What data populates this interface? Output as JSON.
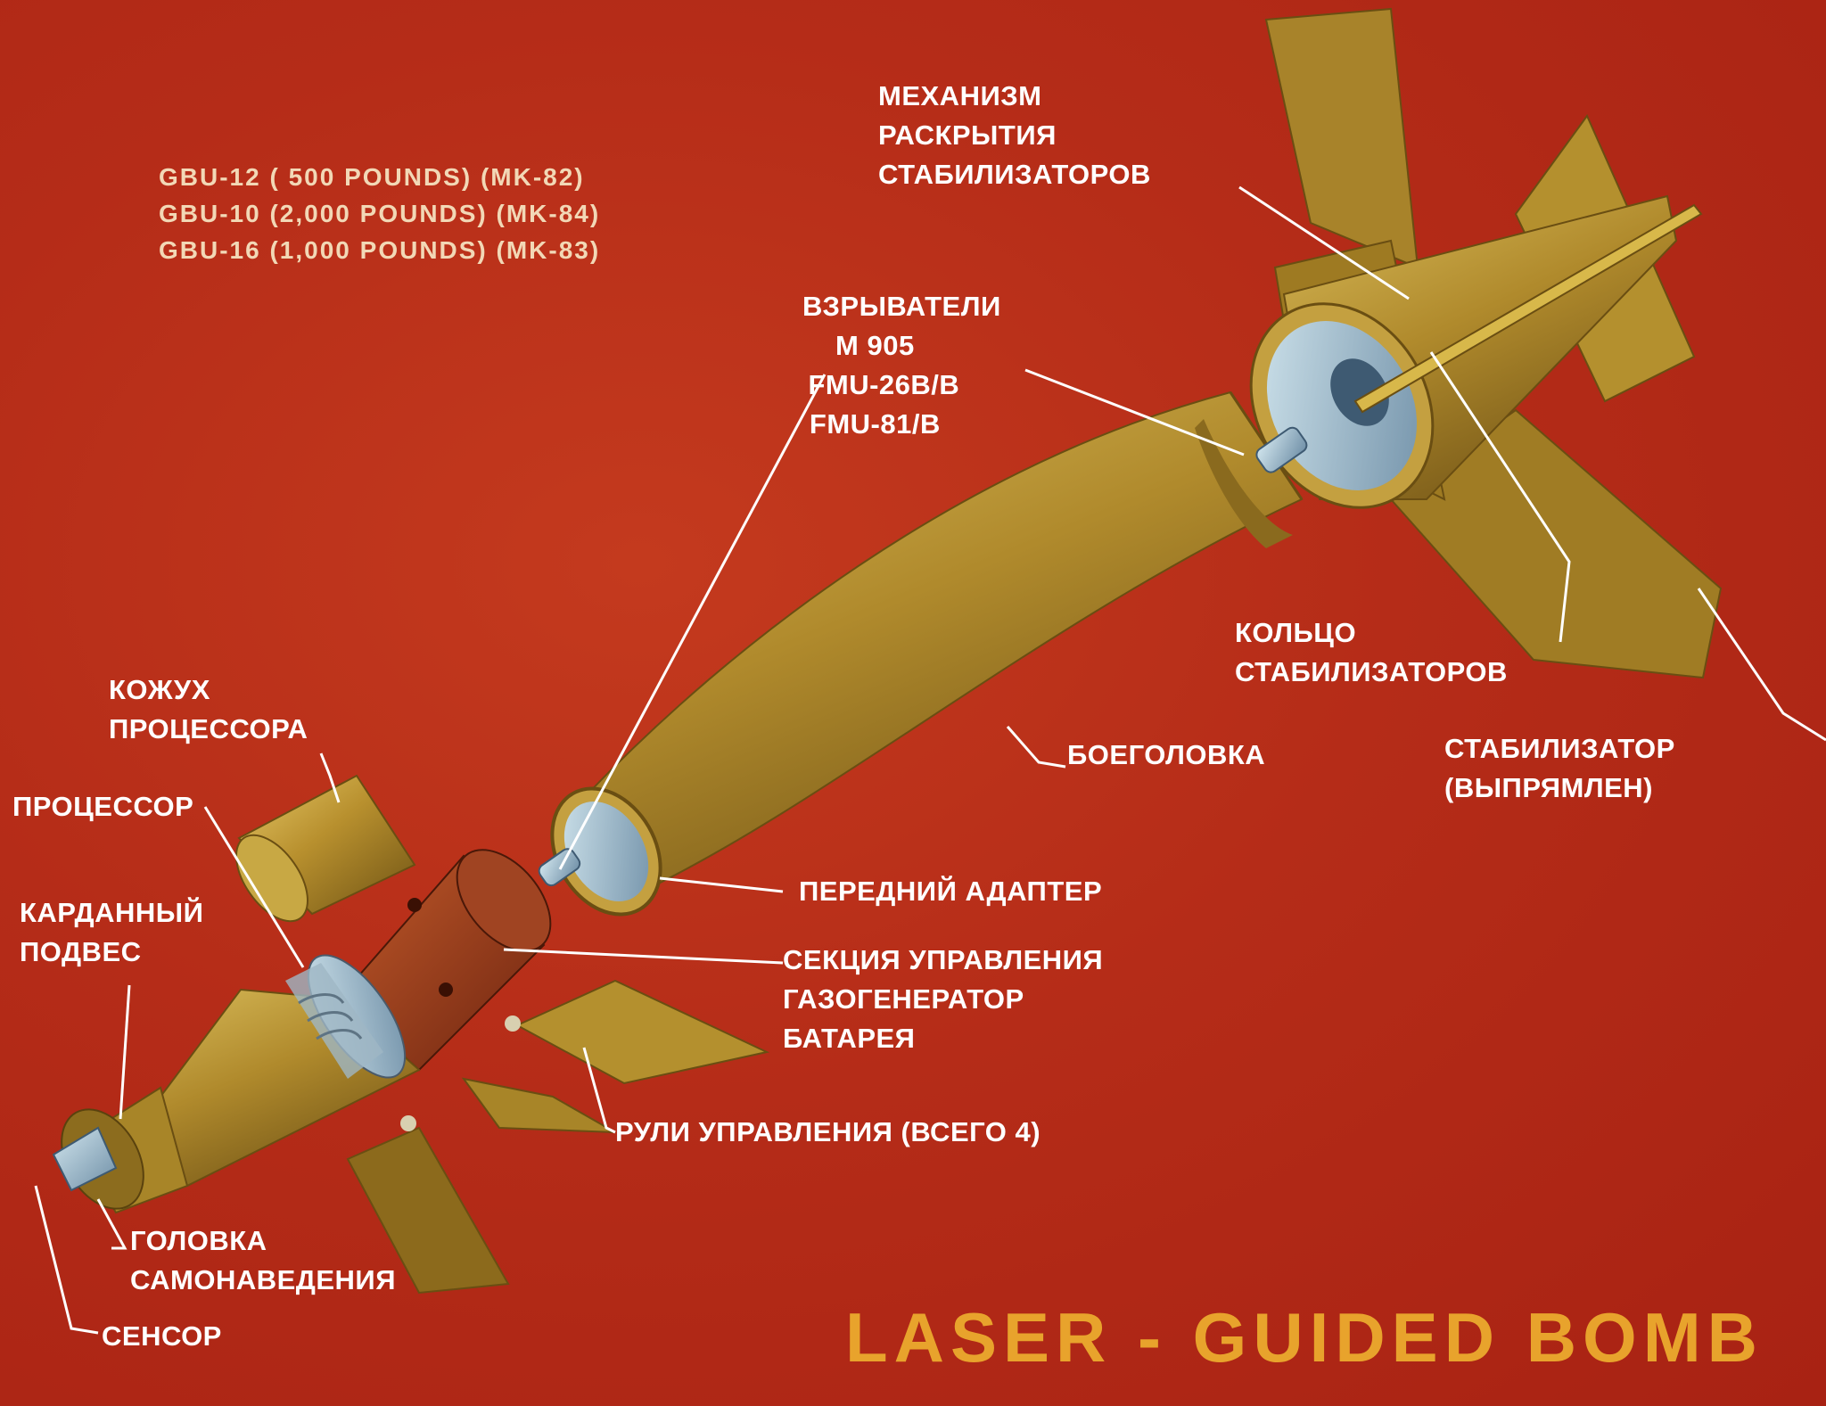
{
  "variants": [
    "GBU-12 ( 500  POUNDS) (MK-82)",
    "GBU-10 (2,000 POUNDS) (MK-84)",
    "GBU-16  (1,000 POUNDS) (MK-83)"
  ],
  "title": "LASER - GUIDED  BOMB",
  "labels": {
    "fin_deploy_mechanism": [
      "МЕХАНИЗМ",
      "РАСКРЫТИЯ",
      "СТАБИЛИЗАТОРОВ"
    ],
    "fuzes": [
      "ВЗРЫВАТЕЛИ",
      "М 905",
      "FMU-26B/B",
      "FMU-81/B"
    ],
    "fin_ring": [
      "КОЛЬЦО",
      "СТАБИЛИЗАТОРОВ"
    ],
    "fin_extended": [
      "СТАБИЛИЗАТОР",
      "(ВЫПРЯМЛЕН)"
    ],
    "warhead": "БОЕГОЛОВКА",
    "forward_adapter": "ПЕРЕДНИЙ АДАПТЕР",
    "control_section": [
      "СЕКЦИЯ УПРАВЛЕНИЯ",
      "ГАЗОГЕНЕРАТОР",
      "БАТАРЕЯ"
    ],
    "canards": "РУЛИ УПРАВЛЕНИЯ (ВСЕГО 4)",
    "processor_housing": [
      "КОЖУХ",
      "ПРОЦЕССОРА"
    ],
    "processor": "ПРОЦЕССОР",
    "gimbal": [
      "КАРДАННЫЙ",
      "ПОДВЕС"
    ],
    "seeker_head": [
      "ГОЛОВКА",
      "САМОНАВЕДЕНИЯ"
    ],
    "sensor": "СЕНСОР"
  },
  "colors": {
    "background": "#b52c18",
    "bomb_body": "#b8902e",
    "control_section": "#9a3a18",
    "title": "#e8a32c",
    "label_text": "#ffffff"
  }
}
